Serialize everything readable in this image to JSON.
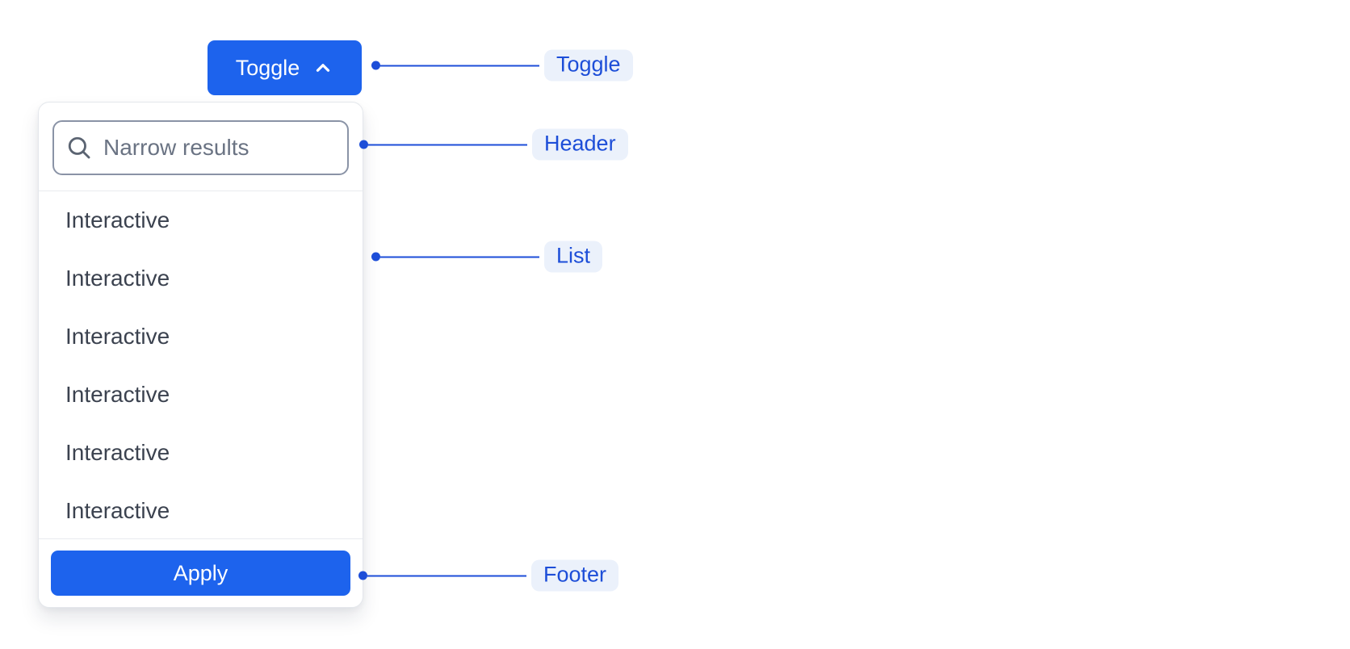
{
  "toggle": {
    "label": "Toggle",
    "icon": "chevron-up-icon",
    "state": "expanded"
  },
  "dropdown": {
    "header": {
      "search_placeholder": "Narrow results",
      "search_value": "",
      "icon": "search-icon"
    },
    "list": {
      "items": [
        "Interactive",
        "Interactive",
        "Interactive",
        "Interactive",
        "Interactive",
        "Interactive"
      ]
    },
    "footer": {
      "apply_label": "Apply"
    }
  },
  "annotations": {
    "toggle": "Toggle",
    "header": "Header",
    "list": "List",
    "footer": "Footer"
  },
  "colors": {
    "primary_blue": "#1d63ed",
    "annotation_blue": "#1d4ed8",
    "annotation_pill_bg": "#ebf1fb",
    "panel_border": "#e4e7ec",
    "input_border": "#8a93a6",
    "item_text": "#3b424f",
    "placeholder_text": "#6a7383"
  }
}
